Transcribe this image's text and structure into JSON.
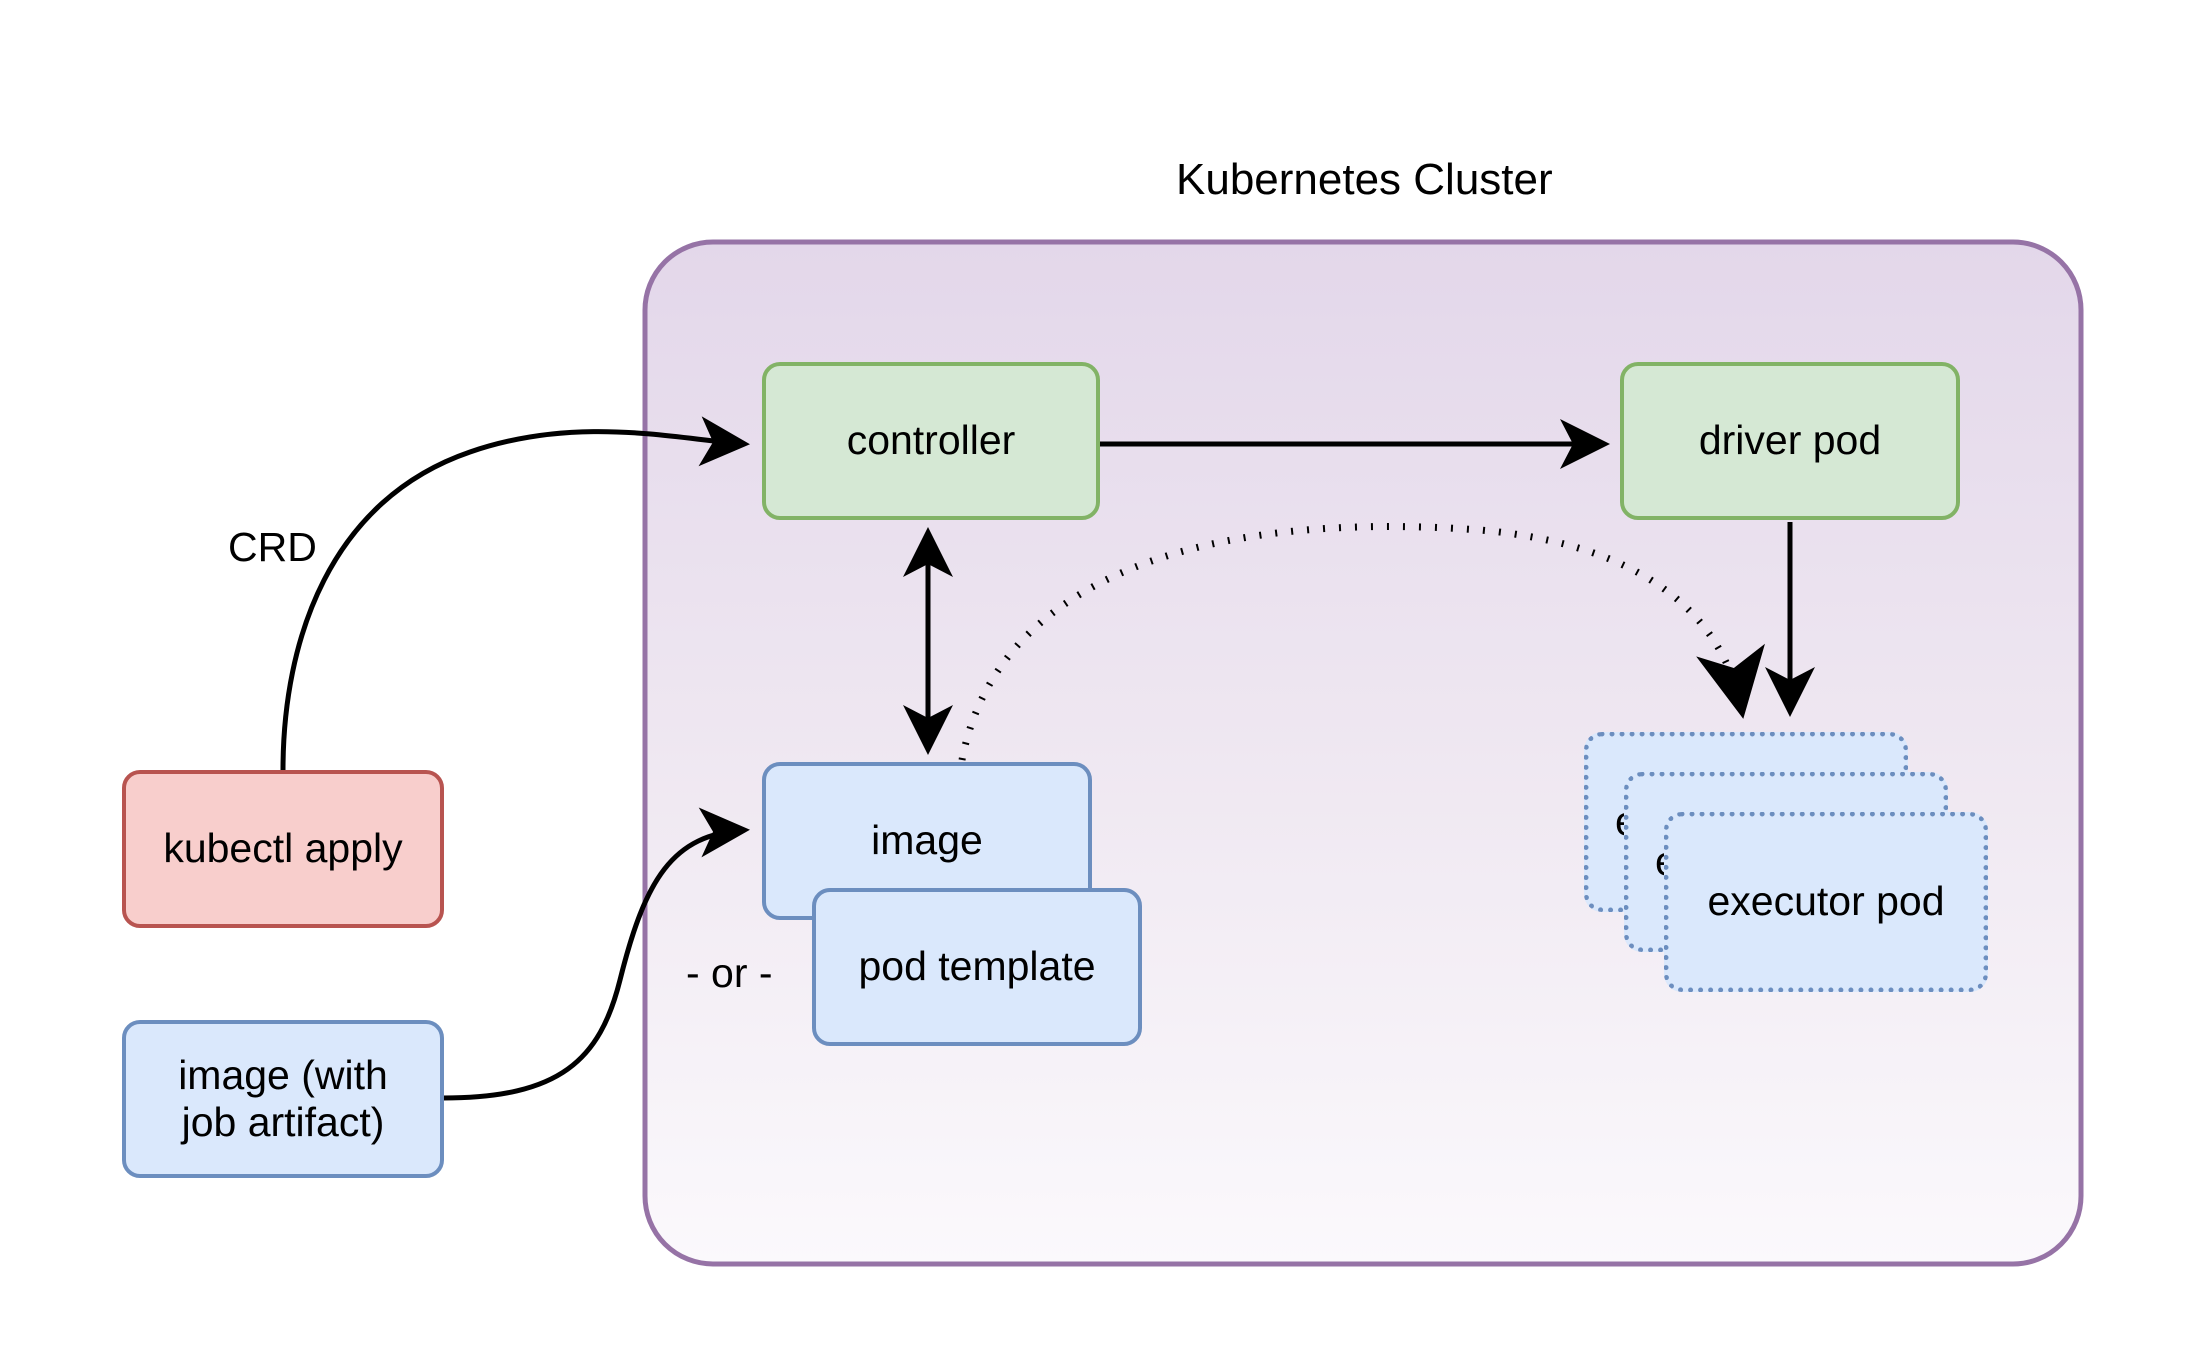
{
  "diagram": {
    "title": "Kubernetes Cluster",
    "background_color": "#ffffff"
  },
  "cluster": {
    "label": "Kubernetes Cluster",
    "border_color": "#9673a6",
    "fill_top_color": "#e6dcec",
    "fill_bottom_color": "#fbf8fb"
  },
  "nodes": {
    "controller": {
      "label": "controller",
      "fill": "#d5e8d4",
      "stroke": "#82b366"
    },
    "driver_pod": {
      "label": "driver pod",
      "fill": "#d5e8d4",
      "stroke": "#82b366"
    },
    "kubectl_apply": {
      "label": "kubectl apply",
      "fill": "#f8cecc",
      "stroke": "#b85450"
    },
    "image_with_job_artifact": {
      "label": "image (with\njob artifact)",
      "fill": "#dae8fc",
      "stroke": "#6c8ebf"
    },
    "image": {
      "label": "image",
      "fill": "#dae8fc",
      "stroke": "#6c8ebf"
    },
    "pod_template": {
      "label": "pod template",
      "fill": "#dae8fc",
      "stroke": "#6c8ebf"
    },
    "executor_pods": {
      "fill": "#dae8fc",
      "stroke": "#6c8ebf",
      "stack": [
        {
          "label": "executor pod"
        },
        {
          "label": "executor pod"
        },
        {
          "label": "executor pod"
        }
      ]
    }
  },
  "labels": {
    "crd": "CRD",
    "or": "- or -"
  },
  "edges": [
    {
      "name": "kubectl-apply-to-controller",
      "from": "kubectl apply",
      "to": "controller",
      "label": "CRD",
      "style": "solid",
      "arrow": "end"
    },
    {
      "name": "controller-to-driver-pod",
      "from": "controller",
      "to": "driver pod",
      "label": "",
      "style": "solid",
      "arrow": "end"
    },
    {
      "name": "controller-image-bidirectional",
      "from": "controller",
      "to": "image",
      "label": "",
      "style": "solid",
      "arrow": "both"
    },
    {
      "name": "image-to-executor-pods",
      "from": "image",
      "to": "executor pods",
      "label": "",
      "style": "dotted",
      "arrow": "end"
    },
    {
      "name": "driver-pod-to-executor-pods",
      "from": "driver pod",
      "to": "executor pods",
      "label": "",
      "style": "solid",
      "arrow": "end"
    },
    {
      "name": "image-artifact-to-image",
      "from": "image (with job artifact)",
      "to": "image",
      "label": "- or -",
      "style": "solid",
      "arrow": "end"
    }
  ]
}
